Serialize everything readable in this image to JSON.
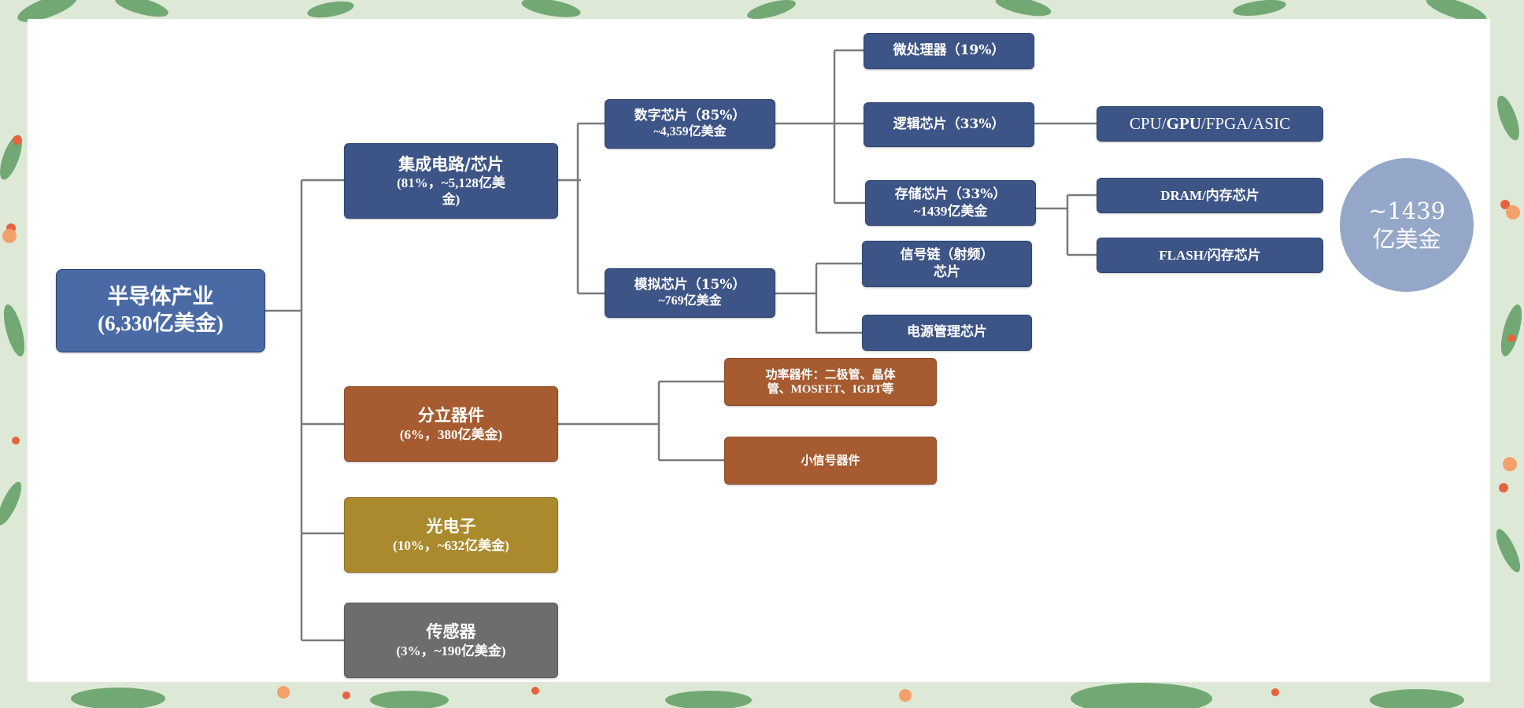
{
  "root": {
    "line1": "半导体产业",
    "line2": "(6,330亿美金)"
  },
  "ic": {
    "line1": "集成电路/芯片",
    "line2": "(81%，~5,128亿美",
    "line3": "金)"
  },
  "discrete": {
    "line1": "分立器件",
    "line2": "(6%，380亿美金)"
  },
  "opto": {
    "line1": "光电子",
    "line2": "(10%，~632亿美金)"
  },
  "sensor": {
    "line1": "传感器",
    "line2": "(3%，~190亿美金)"
  },
  "digital": {
    "line1": "数字芯片（85%）",
    "line2": "~4,359亿美金"
  },
  "analog": {
    "line1": "模拟芯片（15%）",
    "line2": "~769亿美金"
  },
  "micro": {
    "label": "微处理器（19%）"
  },
  "logic": {
    "label": "逻辑芯片（33%）"
  },
  "memory": {
    "line1": "存储芯片（33%）",
    "line2": "~1439亿美金"
  },
  "signal": {
    "line1": "信号链（射频）",
    "line2": "芯片"
  },
  "power_mgmt": {
    "label": "电源管理芯片"
  },
  "power_dev": {
    "line1": "功率器件：二极管、晶体",
    "line2": "管、MOSFET、IGBT等"
  },
  "small_signal": {
    "label": "小信号器件"
  },
  "cpu": {
    "pre": "CPU/",
    "bold": "GPU",
    "post": "/FPGA/ASIC"
  },
  "dram": {
    "label": "DRAM/内存芯片"
  },
  "flash": {
    "label": "FLASH/闪存芯片"
  },
  "callout": {
    "text": "~1439亿美金"
  },
  "colors": {
    "root": "#4a6aa5",
    "blue": "#3d5486",
    "orange": "#a65c30",
    "gold": "#ab8a2e",
    "gray": "#6e6d6c",
    "callout": "#95a7c8",
    "connector": "#7a7a7a"
  }
}
